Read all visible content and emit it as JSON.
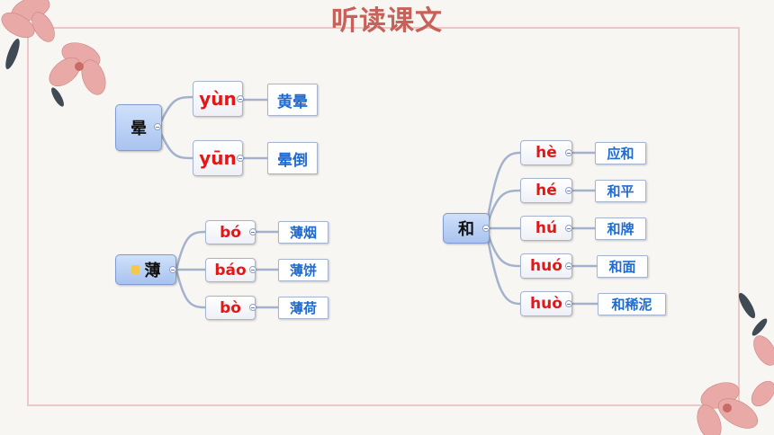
{
  "title": "听读课文",
  "maps": [
    {
      "root": "晕",
      "branches": [
        {
          "pinyin": "yùn",
          "word": "黄晕"
        },
        {
          "pinyin": "yūn",
          "word": "晕倒"
        }
      ]
    },
    {
      "root": "薄",
      "branches": [
        {
          "pinyin": "bó",
          "word": "薄烟"
        },
        {
          "pinyin": "báo",
          "word": "薄饼"
        },
        {
          "pinyin": "bò",
          "word": "薄荷"
        }
      ]
    },
    {
      "root": "和",
      "branches": [
        {
          "pinyin": "hè",
          "word": "应和"
        },
        {
          "pinyin": "hé",
          "word": "和平"
        },
        {
          "pinyin": "hú",
          "word": "和牌"
        },
        {
          "pinyin": "huó",
          "word": "和面"
        },
        {
          "pinyin": "huò",
          "word": "和稀泥"
        }
      ]
    }
  ],
  "colors": {
    "title": "#c8615a",
    "pinyin": "#e01818",
    "word": "#1f6bd0",
    "root": "#a9c3ef",
    "frame": "#e9c9c6"
  },
  "icons": {
    "flower_top_left": "pink-flower-icon",
    "flower_bottom_right": "pink-flower-icon",
    "note_icon": "note-icon"
  }
}
